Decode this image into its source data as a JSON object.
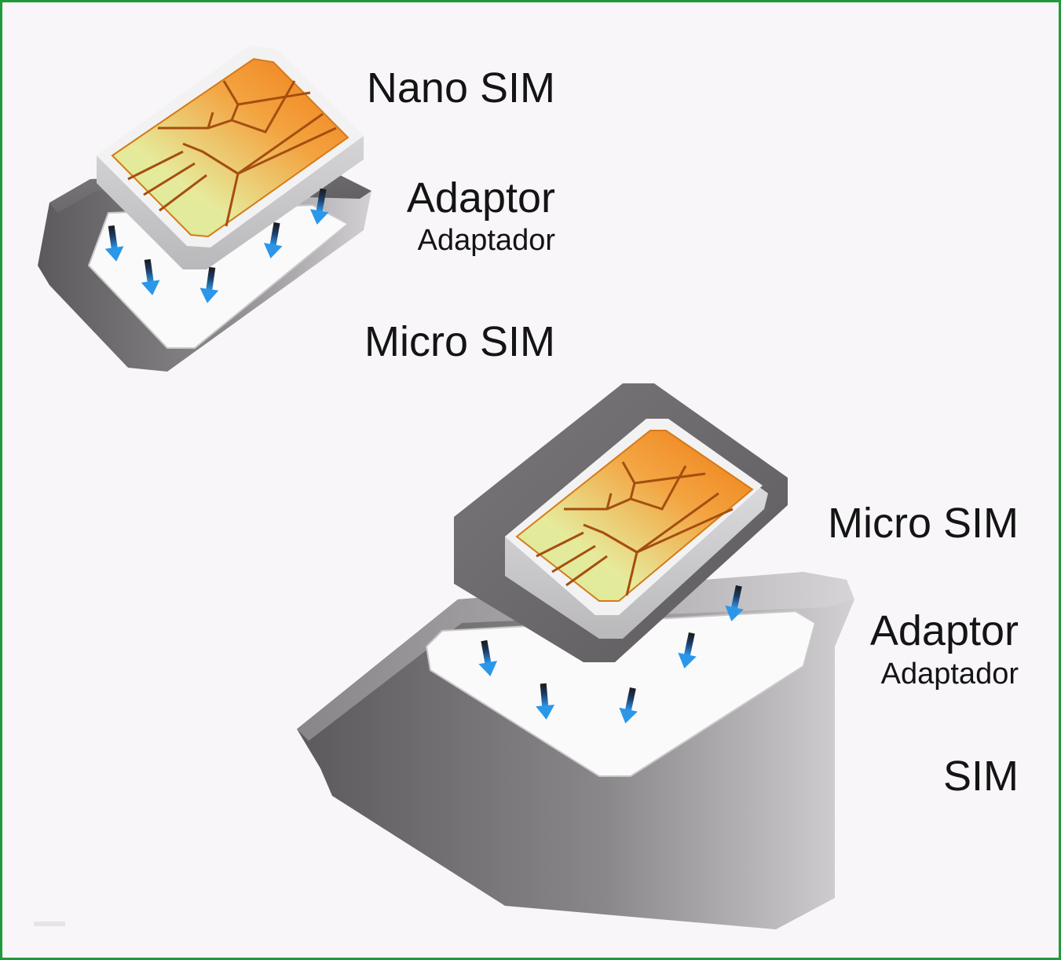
{
  "top_diagram": {
    "card_label": "Nano SIM",
    "adaptor_label": "Adaptor",
    "adaptor_sublabel": "Adaptador",
    "base_label": "Micro SIM"
  },
  "bottom_diagram": {
    "card_label": "Micro SIM",
    "adaptor_label": "Adaptor",
    "adaptor_sublabel": "Adaptador",
    "base_label": "SIM"
  },
  "colors": {
    "frame_border": "#1f9a3a",
    "background": "#f8f6f9",
    "arrow": "#1f86d8",
    "chip_orange": "#f08a1c",
    "chip_yellow": "#e2ec9a",
    "adaptor_gray": "#6a676b",
    "card_white": "#f4f3f4"
  },
  "icons": [
    "sim-chip-icon",
    "down-arrow-icon"
  ]
}
